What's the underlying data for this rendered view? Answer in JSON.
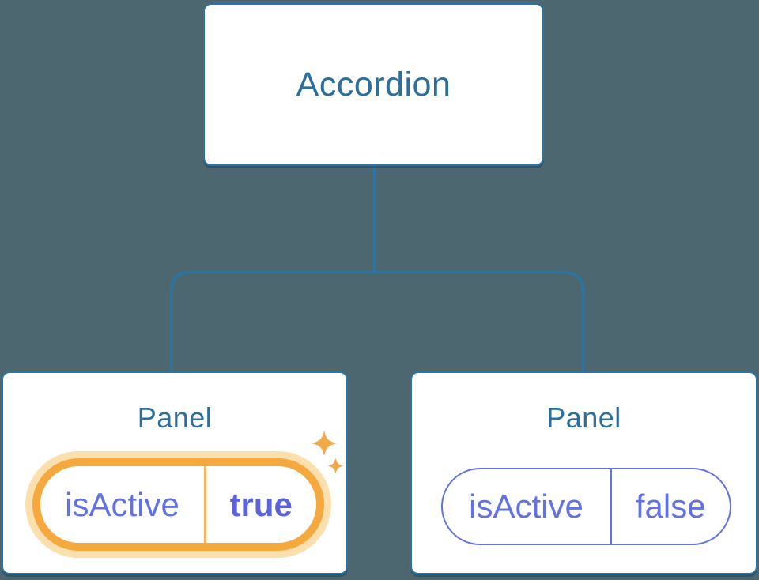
{
  "diagram": {
    "title_hidden": "",
    "root": {
      "label": "Accordion"
    },
    "panels": [
      {
        "label": "Panel",
        "state": {
          "key": "isActive",
          "value": "true"
        },
        "highlighted": true
      },
      {
        "label": "Panel",
        "state": {
          "key": "isActive",
          "value": "false"
        },
        "highlighted": false
      }
    ]
  },
  "colors": {
    "background": "#4C6770",
    "node_fill": "#FFFFFF",
    "node_border": "#2E74A3",
    "node_label_text": "#2D6E9B",
    "state_text": "#6372E3",
    "state_text_bold": "#5A63DC",
    "highlight_border": "#F4A83E",
    "highlight_halo": "#FBDFAD",
    "sparkle": "#F3A94A"
  },
  "icons": {
    "sparkle_big": "sparkle-icon",
    "sparkle_small": "sparkle-icon"
  }
}
